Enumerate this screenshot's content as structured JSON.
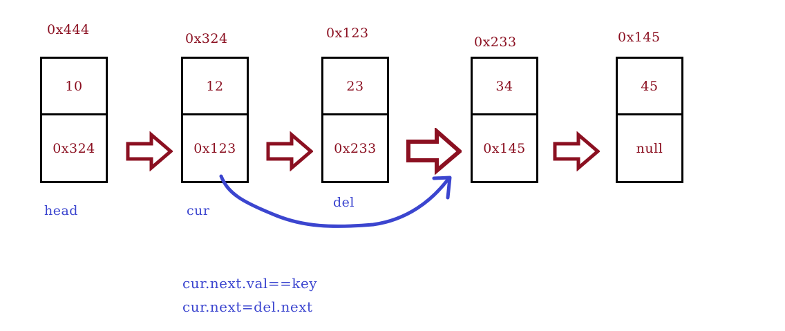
{
  "diagram": {
    "title": "singly-linked-list-deletion",
    "colors": {
      "node_text": "#8b1021",
      "node_border": "#000000",
      "arrow": "#8b1021",
      "annotation": "#3b45cf",
      "background": "#ffffff"
    }
  },
  "nodes": [
    {
      "address": "0x444",
      "value": "10",
      "next": "0x324",
      "pointer_label": "head"
    },
    {
      "address": "0x324",
      "value": "12",
      "next": "0x123",
      "pointer_label": "cur"
    },
    {
      "address": "0x123",
      "value": "23",
      "next": "0x233",
      "pointer_label": "del"
    },
    {
      "address": "0x233",
      "value": "34",
      "next": "0x145",
      "pointer_label": ""
    },
    {
      "address": "0x145",
      "value": "45",
      "next": "null",
      "pointer_label": ""
    }
  ],
  "link_arrows": [
    {
      "name": "arrow-head-to-cur"
    },
    {
      "name": "arrow-cur-to-del"
    },
    {
      "name": "arrow-del-to-node4"
    },
    {
      "name": "arrow-node4-to-node5"
    }
  ],
  "relink_arrow": {
    "name": "cur-next-to-del-next",
    "from_node": "0x324",
    "to_node": "0x233"
  },
  "code": {
    "lines": [
      "cur.next.val==key",
      "cur.next=del.next"
    ]
  }
}
